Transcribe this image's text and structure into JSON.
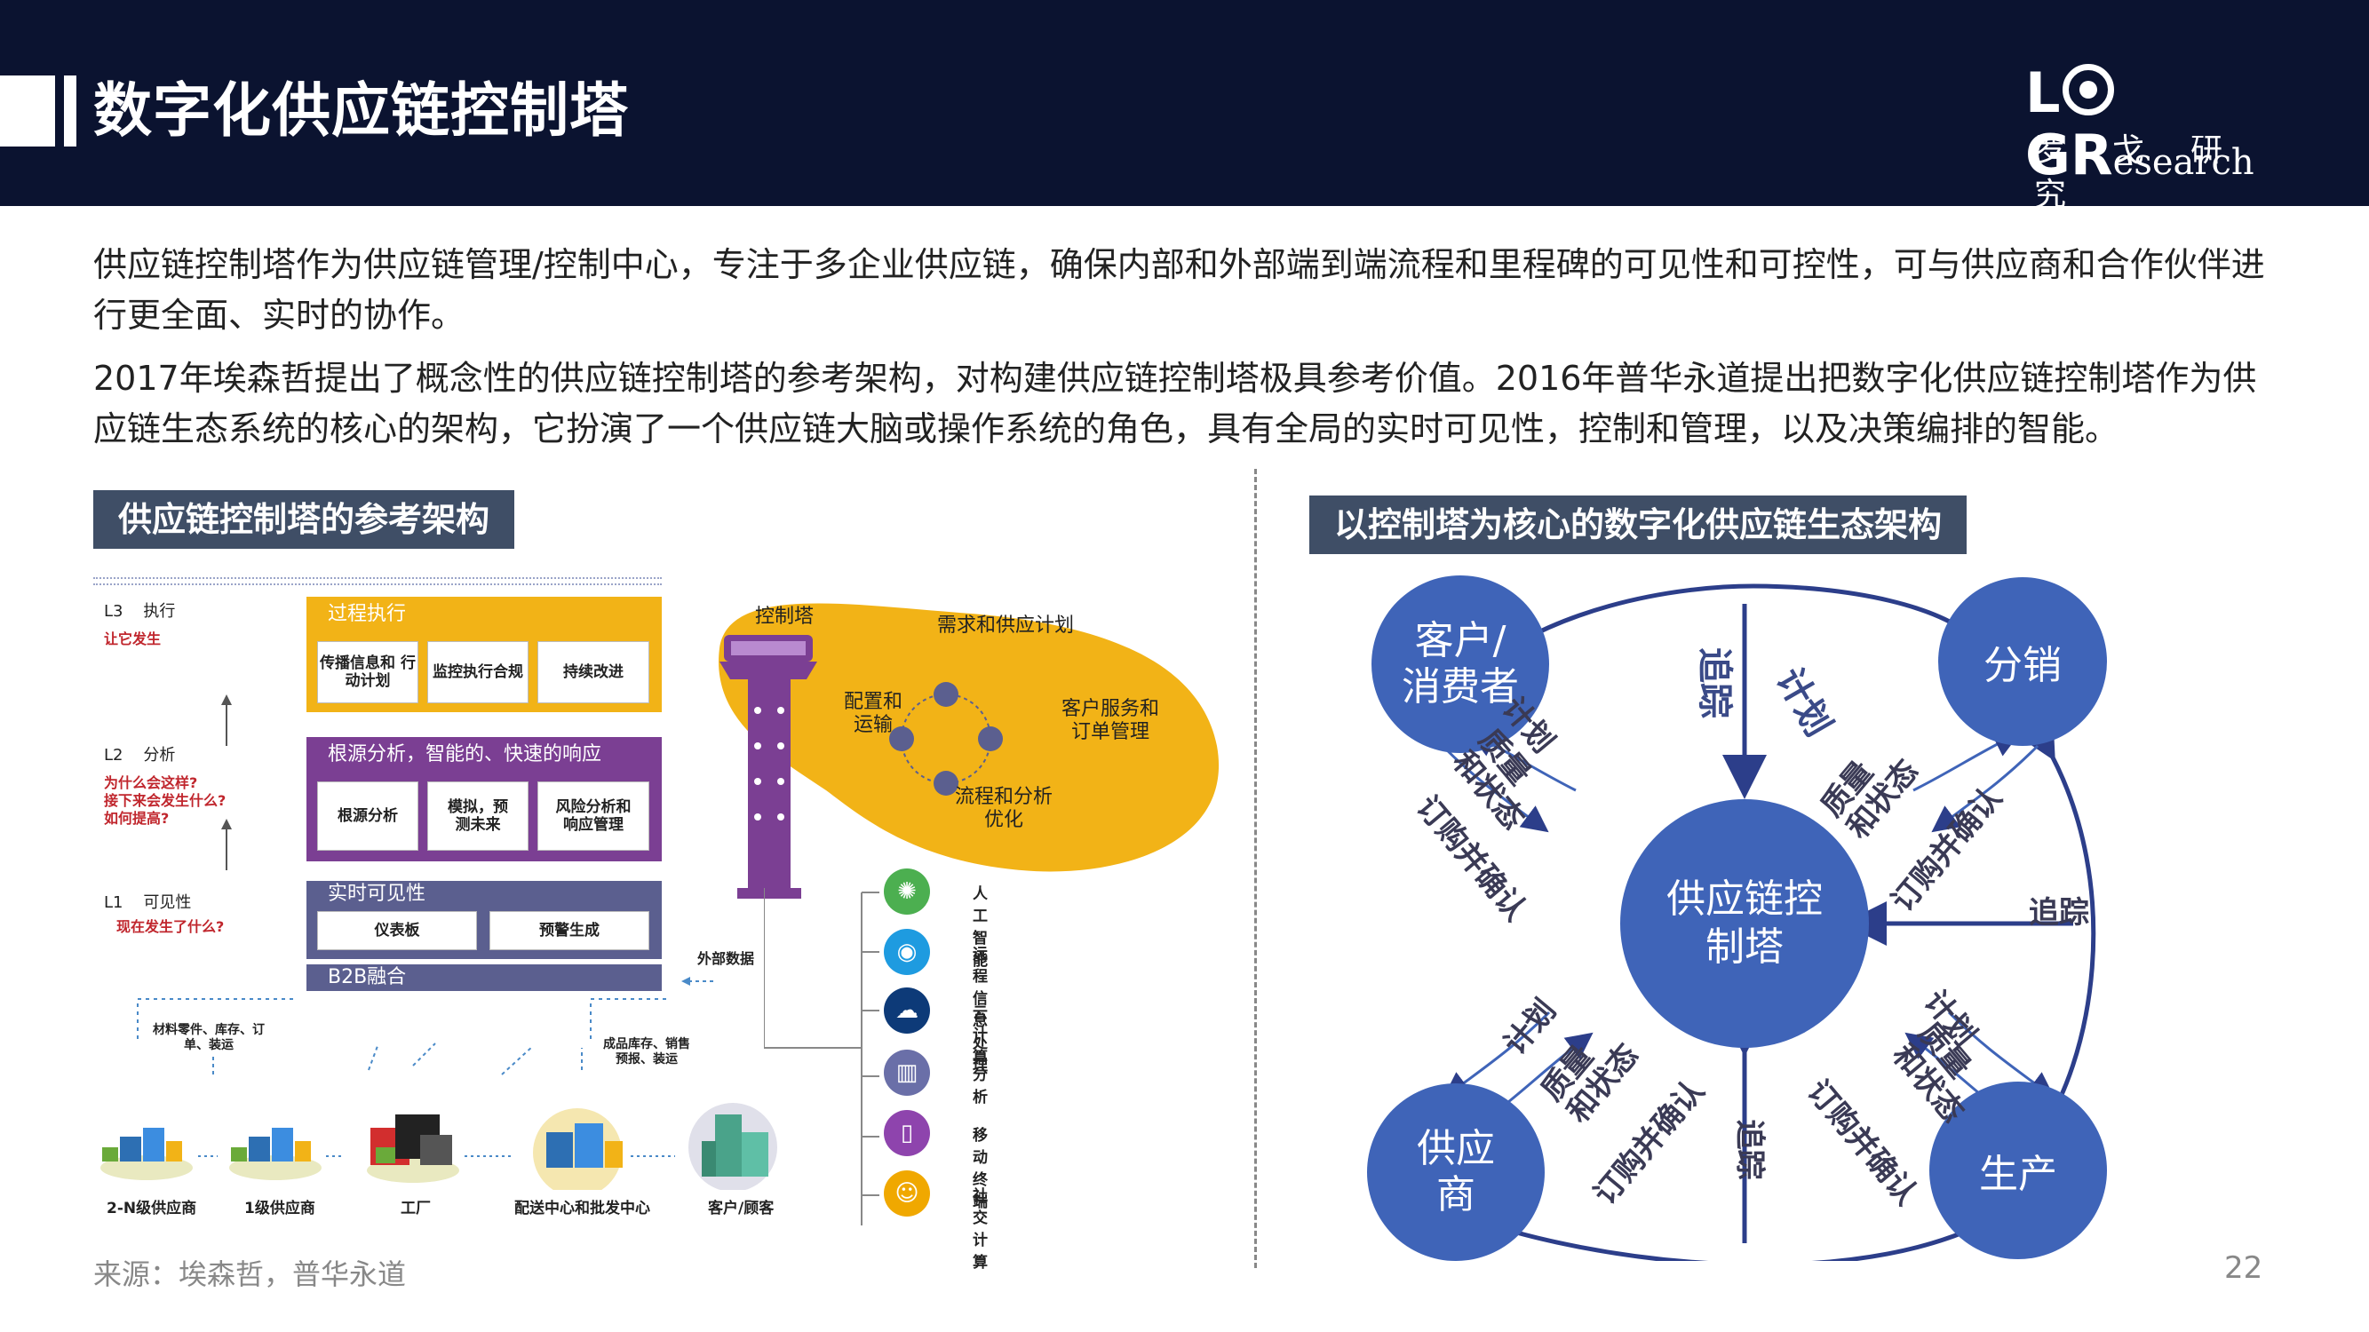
{
  "header": {
    "title": "数字化供应链控制塔",
    "logo_text": "LOGR",
    "logo_sub": "esearch",
    "logo_cn": "罗戈研究"
  },
  "paragraphs": [
    "供应链控制塔作为供应链管理/控制中心，专注于多企业供应链，确保内部和外部端到端流程和里程碑的可见性和可控性，可与供应商和合作伙伴进行更全面、实时的协作。",
    "2017年埃森哲提出了概念性的供应链控制塔的参考架构，对构建供应链控制塔极具参考价值。2016年普华永道提出把数字化供应链控制塔作为供应链生态系统的核心的架构，它扮演了一个供应链大脑或操作系统的角色，具有全局的实时可见性，控制和管理，以及决策编排的智能。"
  ],
  "left_section": {
    "title": "供应链控制塔的参考架构",
    "levels": [
      {
        "code": "L3",
        "name": "执行",
        "question": "让它发生"
      },
      {
        "code": "L2",
        "name": "分析",
        "question": "为什么会这样?\n接下来会发生什么?\n如何提高?"
      },
      {
        "code": "L1",
        "name": "可见性",
        "question": "现在发生了什么?"
      }
    ],
    "bands": {
      "l3": "过程执行",
      "l2": "根源分析，智能的、快速的响应",
      "l1": "实时可见性",
      "b2b": "B2B融合"
    },
    "l3_boxes": [
      "传播信息和\n行动计划",
      "监控执行合规",
      "持续改进"
    ],
    "l2_boxes": [
      "根源分析",
      "模拟，预\n测未来",
      "风险分析和\n响应管理"
    ],
    "l1_boxes": [
      "仪表板",
      "预警生成"
    ],
    "notes": {
      "materials": "材料零件、库存、订\n单、装运",
      "goods": "成品库存、销售\n预报、装运",
      "external": "外部数据"
    },
    "nodes": [
      "2-N级供应商",
      "1级供应商",
      "工厂",
      "配送中心和批发中心",
      "客户/顾客"
    ],
    "tower": {
      "title": "控制塔",
      "items": [
        "需求和供应计划",
        "配置和\n运输",
        "客户服务和\n订单管理",
        "流程和分析\n优化"
      ]
    },
    "tech": [
      "人工智能",
      "远程信息处理",
      "云计算",
      "分析",
      "移动终端",
      "社交计算"
    ],
    "tech_colors": [
      "#4caf50",
      "#1e9be0",
      "#0d3a78",
      "#6a6fa8",
      "#8e44ad",
      "#f0a800"
    ]
  },
  "right_section": {
    "title": "以控制塔为核心的数字化供应链生态架构",
    "center": "供应链控\n制塔",
    "corners": [
      "客户/\n消费者",
      "分销",
      "供应\n商",
      "生产"
    ],
    "labels": {
      "trace": "追踪",
      "plan": "计划",
      "quality": "质量\n和状态",
      "order": "订购并确认"
    }
  },
  "source": "来源：埃森哲，普华永道",
  "page_number": "22"
}
